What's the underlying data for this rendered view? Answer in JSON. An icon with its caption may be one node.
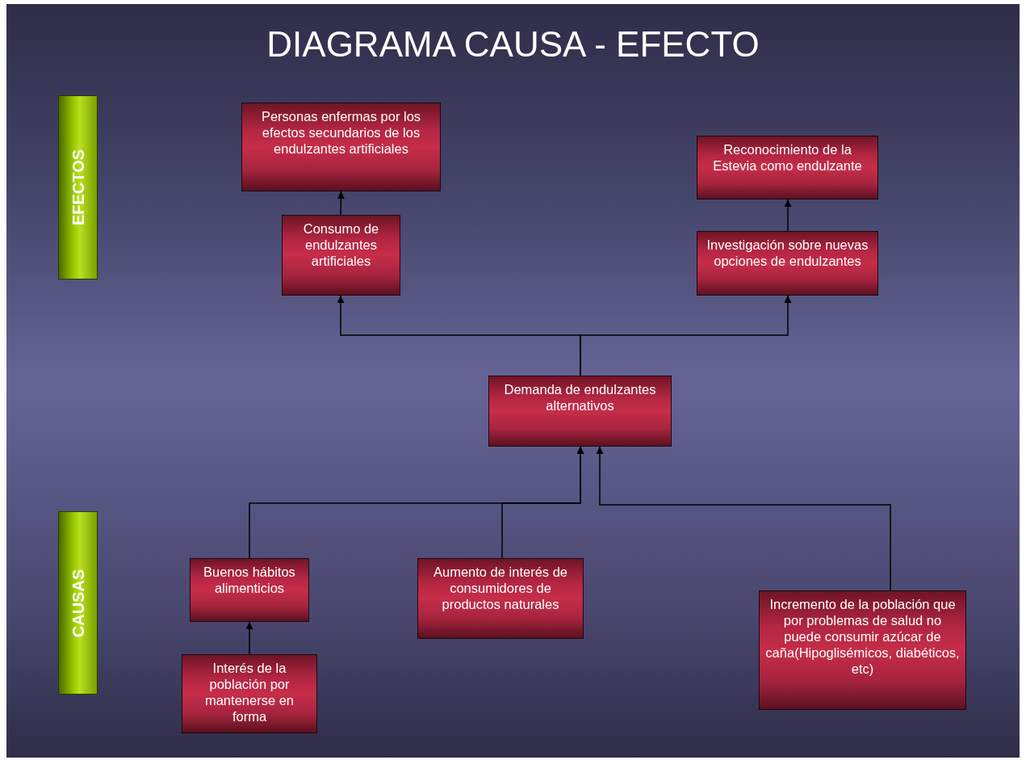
{
  "diagram": {
    "title": "DIAGRAMA CAUSA - EFECTO",
    "nodes": [
      {
        "text": [
          "EFECTOS"
        ]
      },
      {
        "text": [
          "Personas enfermas por los efectos secundarios de los endulzantes artificiales"
        ]
      },
      {
        "text": [
          "Reconocimiento de la Estevia como endulzante"
        ]
      },
      {
        "text": [
          "Consumo de endulzantes artificiales"
        ]
      },
      {
        "text": [
          "Investigación sobre nuevas opciones de endulzantes"
        ]
      },
      {
        "text": [
          "Demanda de endulzantes alternativos"
        ]
      },
      {
        "text": [
          "CAUSAS"
        ]
      },
      {
        "text": [
          "Buenos hábitos alimenticios"
        ]
      },
      {
        "text": [
          "Aumento de interés de consumidores de productos naturales"
        ]
      },
      {
        "text": [
          "Incremento de la población que por problemas de salud no puede consumir azúcar de caña(Hipoglisémicos, diabéticos, etc)"
        ]
      },
      {
        "text": [
          "Interés de la población por mantenerse en forma"
        ]
      }
    ],
    "edges": [
      {
        "from": 3,
        "to": 1,
        "arrow": "to"
      },
      {
        "from": 4,
        "to": 2,
        "arrow": "to"
      },
      {
        "from": 5,
        "to": 3,
        "arrow": "to"
      },
      {
        "from": 5,
        "to": 4,
        "arrow": "to"
      },
      {
        "from": 7,
        "to": 5,
        "arrow": "to"
      },
      {
        "from": 8,
        "to": 5,
        "arrow": "to"
      },
      {
        "from": 9,
        "to": 5,
        "arrow": "to"
      },
      {
        "from": 10,
        "to": 7,
        "arrow": "to"
      }
    ]
  }
}
